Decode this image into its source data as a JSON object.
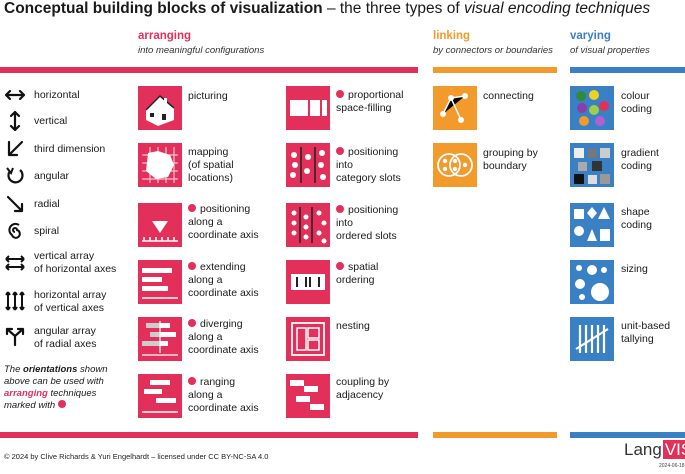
{
  "title": {
    "bold": "Conceptual building blocks of visualization",
    "middle": " – the three types of ",
    "italic": "visual encoding techniques"
  },
  "arranging": {
    "header": "arranging",
    "sub": "into meaningful configurations"
  },
  "linking": {
    "header": "linking",
    "sub": "by connectors or boundaries"
  },
  "varying": {
    "header": "varying",
    "sub": "of visual properties"
  },
  "orientations": [
    {
      "line1": "horizontal",
      "line2": ""
    },
    {
      "line1": "vertical",
      "line2": ""
    },
    {
      "line1": "third dimension",
      "line2": ""
    },
    {
      "line1": "angular",
      "line2": ""
    },
    {
      "line1": "radial",
      "line2": ""
    },
    {
      "line1": "spiral",
      "line2": ""
    },
    {
      "line1": "vertical array",
      "line2": "of horizontal axes"
    },
    {
      "line1": "horizontal array",
      "line2": "of vertical axes"
    },
    {
      "line1": "angular array",
      "line2": "of radial axes"
    }
  ],
  "note": {
    "l1": "The ",
    "l1b": "orientations",
    "l1c": " shown",
    "l2": "above can be used with",
    "l3a": "arranging",
    "l3b": " techniques",
    "l4": "marked with"
  },
  "arr_col1": [
    {
      "line1": "picturing",
      "line2": "",
      "line3": ""
    },
    {
      "line1": "mapping",
      "line2": "(of spatial",
      "line3": "locations)"
    },
    {
      "line1": "positioning",
      "line2": "along a",
      "line3": "coordinate axis"
    },
    {
      "line1": "extending",
      "line2": "along a",
      "line3": "coordinate axis"
    },
    {
      "line1": "diverging",
      "line2": "along a",
      "line3": "coordinate axis"
    },
    {
      "line1": "ranging",
      "line2": "along a",
      "line3": "coordinate axis"
    }
  ],
  "arr_col2": [
    {
      "line1": "proportional",
      "line2": "space-filling",
      "line3": ""
    },
    {
      "line1": "positioning",
      "line2": "into",
      "line3": "category slots"
    },
    {
      "line1": "positioning",
      "line2": "into",
      "line3": "ordered slots"
    },
    {
      "line1": "spatial",
      "line2": "ordering",
      "line3": ""
    },
    {
      "line1": "nesting",
      "line2": "",
      "line3": ""
    },
    {
      "line1": "coupling by",
      "line2": "adjacency",
      "line3": ""
    }
  ],
  "link_items": [
    {
      "line1": "connecting",
      "line2": ""
    },
    {
      "line1": "grouping by",
      "line2": "boundary"
    }
  ],
  "vary_items": [
    {
      "line1": "colour",
      "line2": "coding"
    },
    {
      "line1": "gradient",
      "line2": "coding"
    },
    {
      "line1": "shape",
      "line2": "coding"
    },
    {
      "line1": "sizing",
      "line2": ""
    },
    {
      "line1": "unit-based",
      "line2": "tallying"
    }
  ],
  "footer": "© 2024 by Clive Richards & Yuri Engelhardt – licensed under CC BY-NC-SA 4.0",
  "logo": {
    "lang": "Lang",
    "vis": "VIS"
  },
  "date": "2024-06-18",
  "colors": {
    "pink": "#e3305a",
    "orange": "#f39a2c",
    "blue": "#3a80c4"
  }
}
